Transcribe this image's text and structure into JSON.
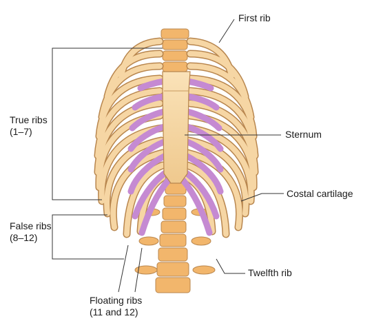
{
  "labels": {
    "first_rib": "First rib",
    "true_ribs": [
      "True ribs",
      "(1–7)"
    ],
    "sternum": "Sternum",
    "costal_cartilage": "Costal cartilage",
    "false_ribs": [
      "False ribs",
      "(8–12)"
    ],
    "twelfth_rib": "Twelfth rib",
    "floating_ribs": [
      "Floating ribs",
      "(11 and 12)"
    ]
  },
  "colors": {
    "bone": "#f6d6a4",
    "bone_outline": "#b8864e",
    "cartilage": "#c58ad2",
    "spine": "#f2b66c",
    "leader_line": "#333333"
  }
}
